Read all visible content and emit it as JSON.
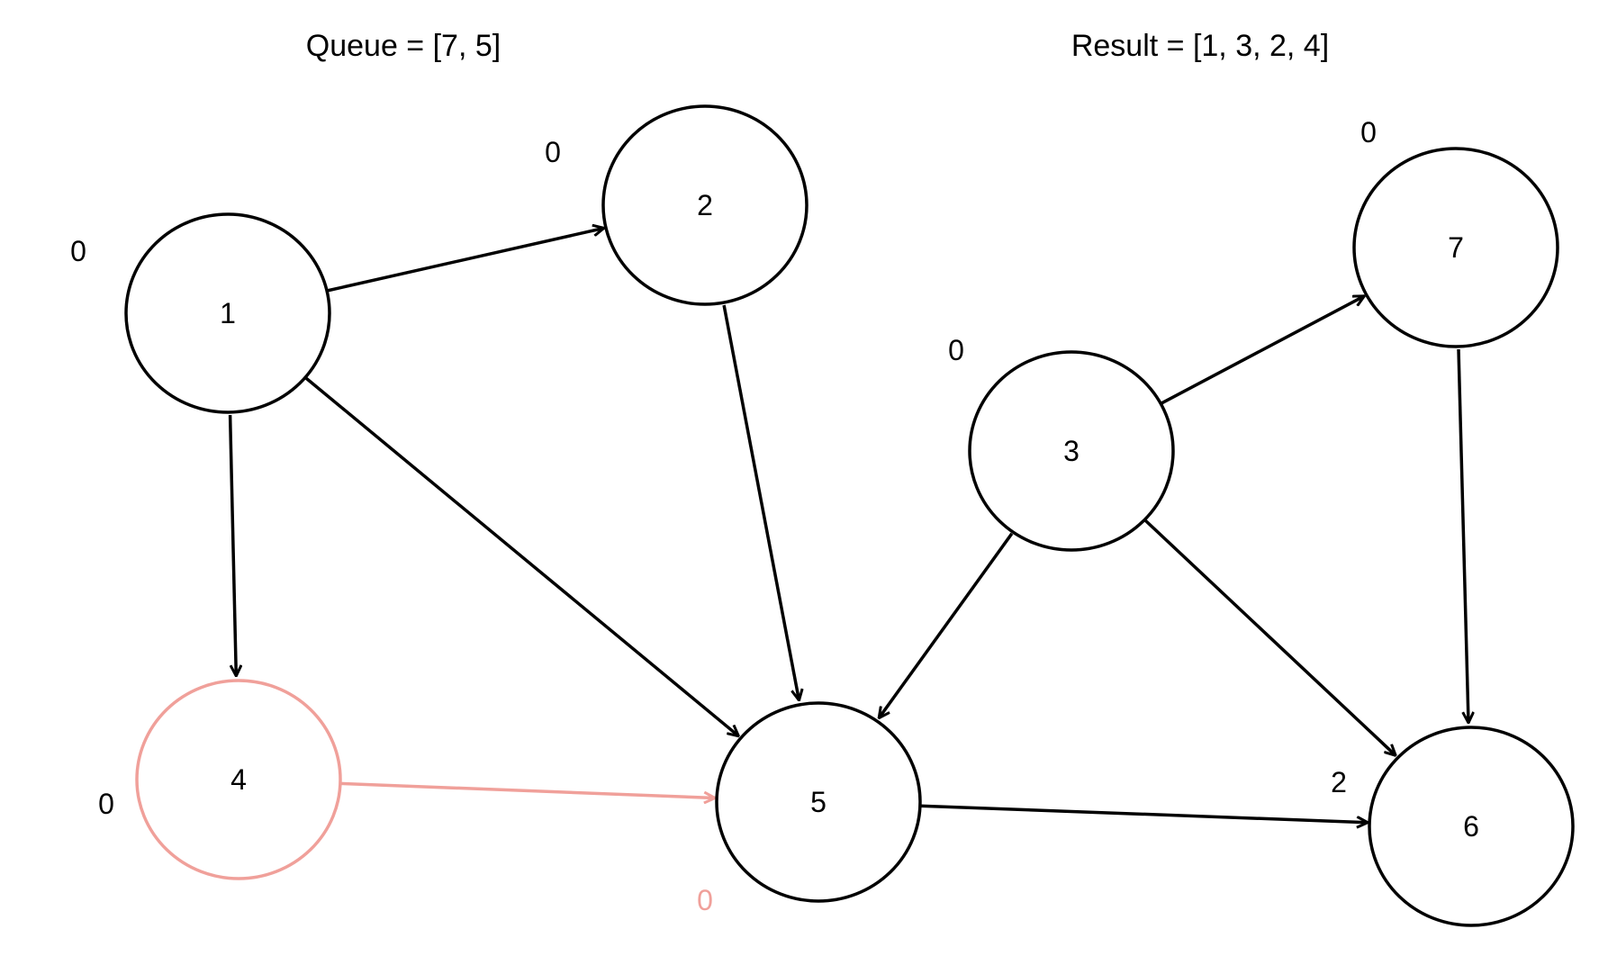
{
  "header": {
    "queue_text": "Queue = [7, 5]",
    "result_text": "Result = [1, 3, 2, 4]"
  },
  "colors": {
    "default": "#000000",
    "highlight": "#f0a09a"
  },
  "nodes": [
    {
      "id": "1",
      "label": "1",
      "indegree": "0",
      "highlight": false
    },
    {
      "id": "2",
      "label": "2",
      "indegree": "0",
      "highlight": false
    },
    {
      "id": "3",
      "label": "3",
      "indegree": "0",
      "highlight": false
    },
    {
      "id": "4",
      "label": "4",
      "indegree": "0",
      "highlight": true
    },
    {
      "id": "5",
      "label": "5",
      "indegree": "0",
      "highlight": false,
      "indegree_highlight": true
    },
    {
      "id": "6",
      "label": "6",
      "indegree": "2",
      "highlight": false
    },
    {
      "id": "7",
      "label": "7",
      "indegree": "0",
      "highlight": false
    }
  ],
  "edges": [
    {
      "from": "1",
      "to": "2",
      "highlight": false
    },
    {
      "from": "1",
      "to": "4",
      "highlight": false
    },
    {
      "from": "1",
      "to": "5",
      "highlight": false
    },
    {
      "from": "2",
      "to": "5",
      "highlight": false
    },
    {
      "from": "3",
      "to": "7",
      "highlight": false
    },
    {
      "from": "3",
      "to": "5",
      "highlight": false
    },
    {
      "from": "3",
      "to": "6",
      "highlight": false
    },
    {
      "from": "4",
      "to": "5",
      "highlight": true
    },
    {
      "from": "5",
      "to": "6",
      "highlight": false
    },
    {
      "from": "7",
      "to": "6",
      "highlight": false
    }
  ]
}
